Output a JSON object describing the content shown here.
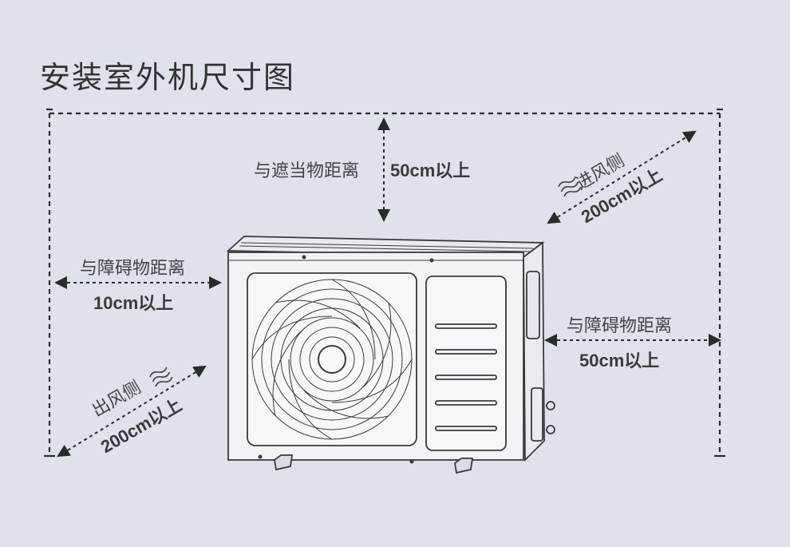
{
  "title": "安装室外机尺寸图",
  "top": {
    "label": "与遮当物距离",
    "value": "50cm以上"
  },
  "left": {
    "label": "与障碍物距离",
    "value": "10cm以上"
  },
  "right": {
    "label": "与障碍物距离",
    "value": "50cm以上"
  },
  "inlet": {
    "label": "进风侧",
    "value": "200cm以上"
  },
  "outlet": {
    "label": "出风侧",
    "value": "200cm以上"
  },
  "colors": {
    "background": "#dfe2ec",
    "line": "#2b2b2b",
    "text": "#444444"
  }
}
